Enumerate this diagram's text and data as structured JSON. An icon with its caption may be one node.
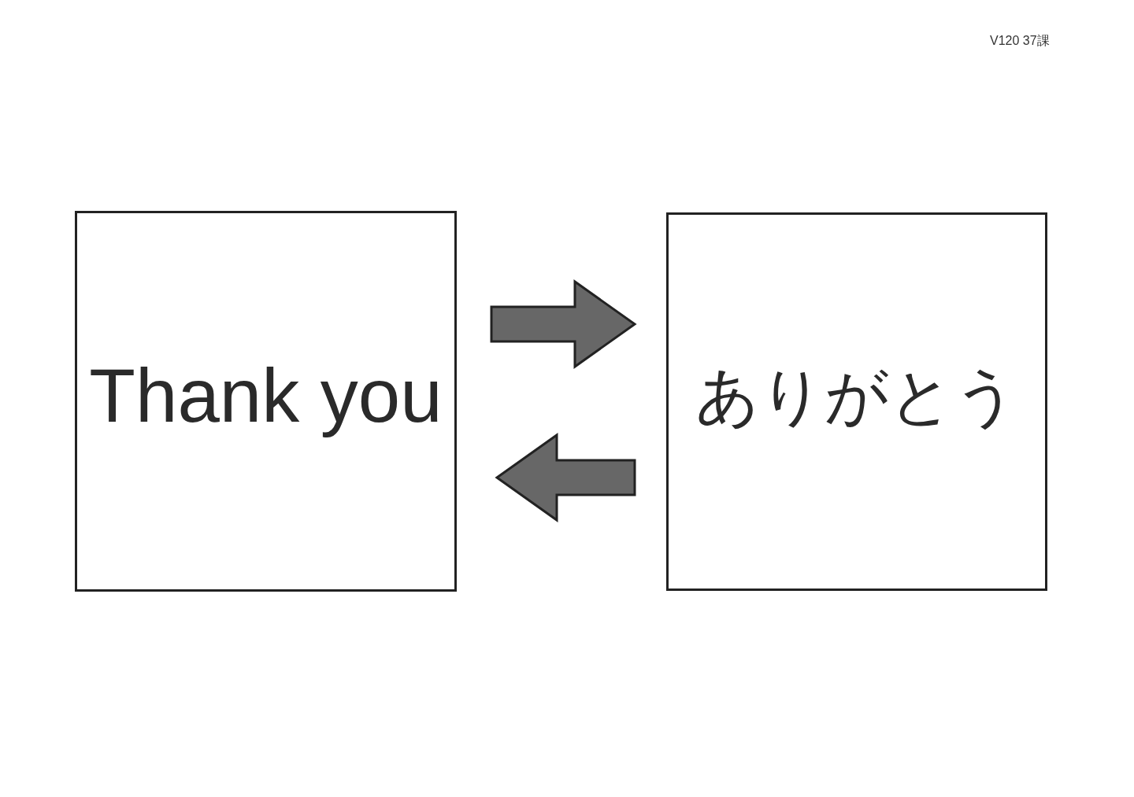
{
  "diagram": {
    "nodes": [
      {
        "text": [
          "Thank you"
        ]
      },
      {
        "text": [
          "ありがとう"
        ]
      }
    ],
    "edges": [
      {
        "from": 0,
        "to": 1,
        "arrow": "to"
      },
      {
        "from": 1,
        "to": 0,
        "arrow": "to"
      }
    ],
    "labels": [
      "V120 37課"
    ]
  }
}
